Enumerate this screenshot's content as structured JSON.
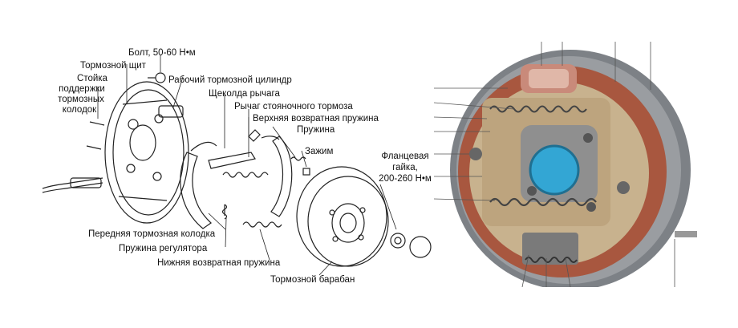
{
  "labels": {
    "bolt": "Болт, 50-60 Н•м",
    "shield": "Тормозной щит",
    "support_1": "Стойка",
    "support_2": "поддержки",
    "support_3": "тормозных",
    "support_4": "колодок",
    "wheel_cylinder": "Рабочий тормозной цилиндр",
    "lever_cheek": "Щеколда рычага",
    "parking_lever": "Рычаг стояночного тормоза",
    "upper_spring": "Верхняя возвратная пружина",
    "spring": "Пружина",
    "clamp": "Зажим",
    "flange_nut_1": "Фланцевая",
    "flange_nut_2": "гайка,",
    "flange_nut_3": "200-260 Н•м",
    "front_shoe": "Передняя тормозная колодка",
    "adjuster_spring": "Пружина регулятора",
    "lower_spring": "Нижняя возвратная пружина",
    "drum": "Тормозной барабан"
  },
  "colors": {
    "shoe_lining": "#a8573f",
    "drum_edge": "#6b6e72",
    "backing_plate": "#c8b28e",
    "hub_cap": "#33a6d4",
    "metal": "#b9bcbf"
  }
}
